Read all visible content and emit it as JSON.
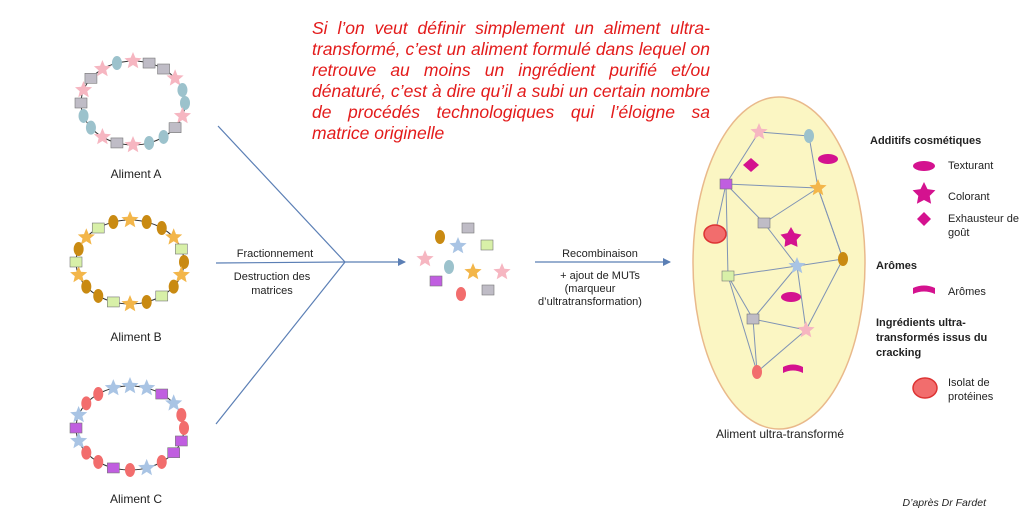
{
  "intro_text": "Si l’on veut définir simplement un aliment ultra-transformé, c’est un aliment formulé dans lequel on retrouve au moins un ingrédient purifié et/ou dénaturé, c’est à dire qu’il a subi un certain nombre de procédés technologiques qui l’éloigne sa matrice originelle",
  "foods": {
    "a": "Aliment A",
    "b": "Aliment B",
    "c": "Aliment C"
  },
  "step1": {
    "top": "Fractionnement",
    "bottom": "Destruction des matrices"
  },
  "step2": {
    "top": "Recombinaison",
    "line1": "+ ajout de MUTs",
    "line2": "(marqueur d’ultratransformation)"
  },
  "result_label": "Aliment ultra-transformé",
  "legend": {
    "additifs_title": "Additifs cosmétiques",
    "texturant": "Texturant",
    "colorant": "Colorant",
    "exhausteur": "Exhausteur de goût",
    "aromes_title": "Arômes",
    "aromes": "Arômes",
    "ingredients_title": "Ingrédients ultra-transformés issus du cracking",
    "isolat": "Isolat de protéines"
  },
  "credit": "D’après Dr Fardet",
  "colors": {
    "intro_red": "#e31b1b",
    "arrow_blue": "#5b7fb5",
    "pink_star": "#f6b6c1",
    "grey_square": "#bfbcc6",
    "teal_oval": "#9cc2cc",
    "gold_star": "#f3b64a",
    "brown_oval": "#c98a12",
    "green_square": "#d8f0a8",
    "blue_star": "#a9c4e4",
    "red_oval": "#f26d6d",
    "purple_square": "#c05ee0",
    "magenta": "#d4128f",
    "ellipse_fill": "#fbf6c3",
    "ellipse_stroke": "#e9b98b"
  }
}
